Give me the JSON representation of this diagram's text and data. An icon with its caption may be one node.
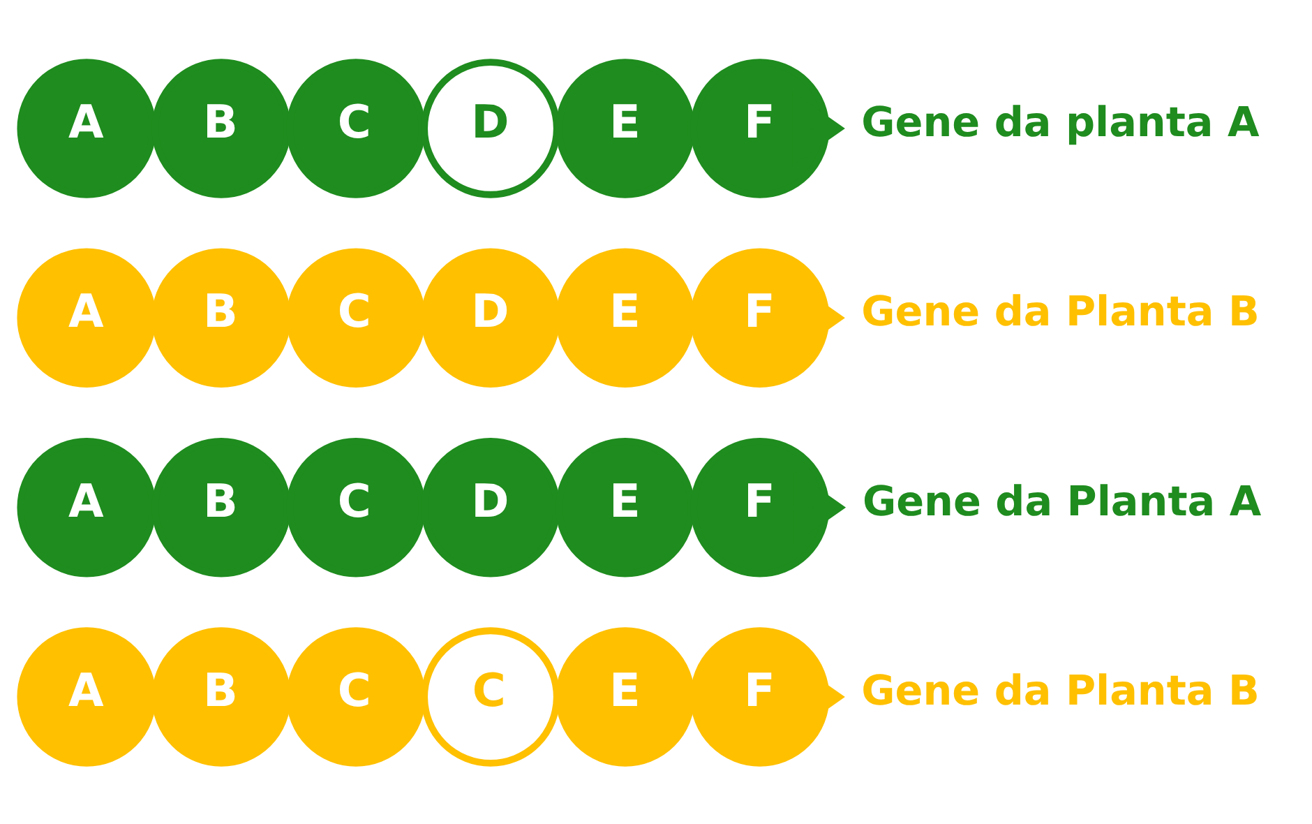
{
  "diagram": {
    "nodes": [
      {
        "text": [
          "A"
        ]
      },
      {
        "text": [
          "B"
        ]
      },
      {
        "text": [
          "C"
        ]
      },
      {
        "text": [
          "D"
        ]
      },
      {
        "text": [
          "E"
        ]
      },
      {
        "text": [
          "F"
        ]
      },
      {
        "text": [
          "Gene da planta A"
        ]
      },
      {
        "text": [
          "A"
        ]
      },
      {
        "text": [
          "B"
        ]
      },
      {
        "text": [
          "C"
        ]
      },
      {
        "text": [
          "D"
        ]
      },
      {
        "text": [
          "E"
        ]
      },
      {
        "text": [
          "F"
        ]
      },
      {
        "text": [
          "Gene da Planta B"
        ]
      },
      {
        "text": [
          "A"
        ]
      },
      {
        "text": [
          "B"
        ]
      },
      {
        "text": [
          "C"
        ]
      },
      {
        "text": [
          "D"
        ]
      },
      {
        "text": [
          "E"
        ]
      },
      {
        "text": [
          "F"
        ]
      },
      {
        "text": [
          "Gene da Planta A"
        ]
      },
      {
        "text": [
          "A"
        ]
      },
      {
        "text": [
          "B"
        ]
      },
      {
        "text": [
          "C"
        ]
      },
      {
        "text": [
          "C"
        ]
      },
      {
        "text": [
          "E"
        ]
      },
      {
        "text": [
          "F"
        ]
      },
      {
        "text": [
          "Gene da Planta B"
        ]
      }
    ],
    "edges": [
      {
        "from": 5,
        "to": 6,
        "arrow": "to",
        "color": "#1e8c1e"
      },
      {
        "from": 12,
        "to": 13,
        "arrow": "to",
        "color": "#ffc000"
      },
      {
        "from": 19,
        "to": 20,
        "arrow": "to",
        "color": "#1e8c1e"
      },
      {
        "from": 26,
        "to": 27,
        "arrow": "to",
        "color": "#ffc000"
      }
    ]
  }
}
